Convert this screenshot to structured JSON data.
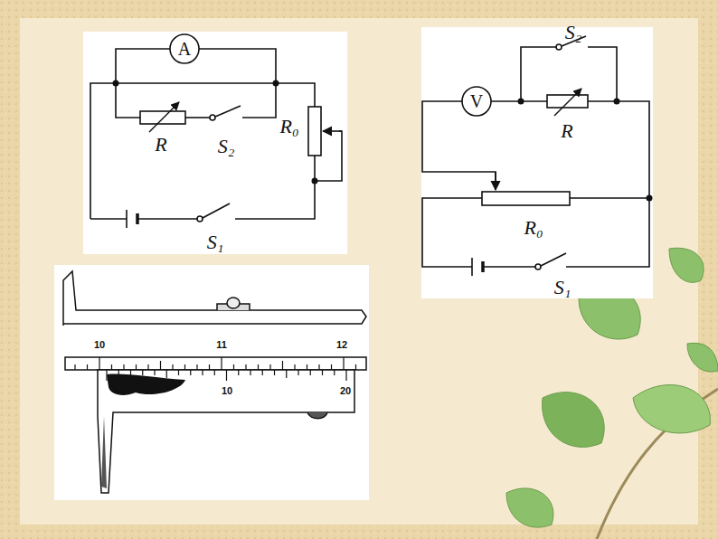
{
  "diagram": {
    "nodes": [
      {
        "text": [
          "A"
        ]
      },
      {
        "text": [
          "V"
        ]
      }
    ],
    "labels": [
      "R",
      "S₂",
      "R₀",
      "S₁",
      "S₂",
      "R",
      "R₀",
      "S₁",
      "10",
      "11",
      "12",
      "10",
      "20"
    ]
  }
}
